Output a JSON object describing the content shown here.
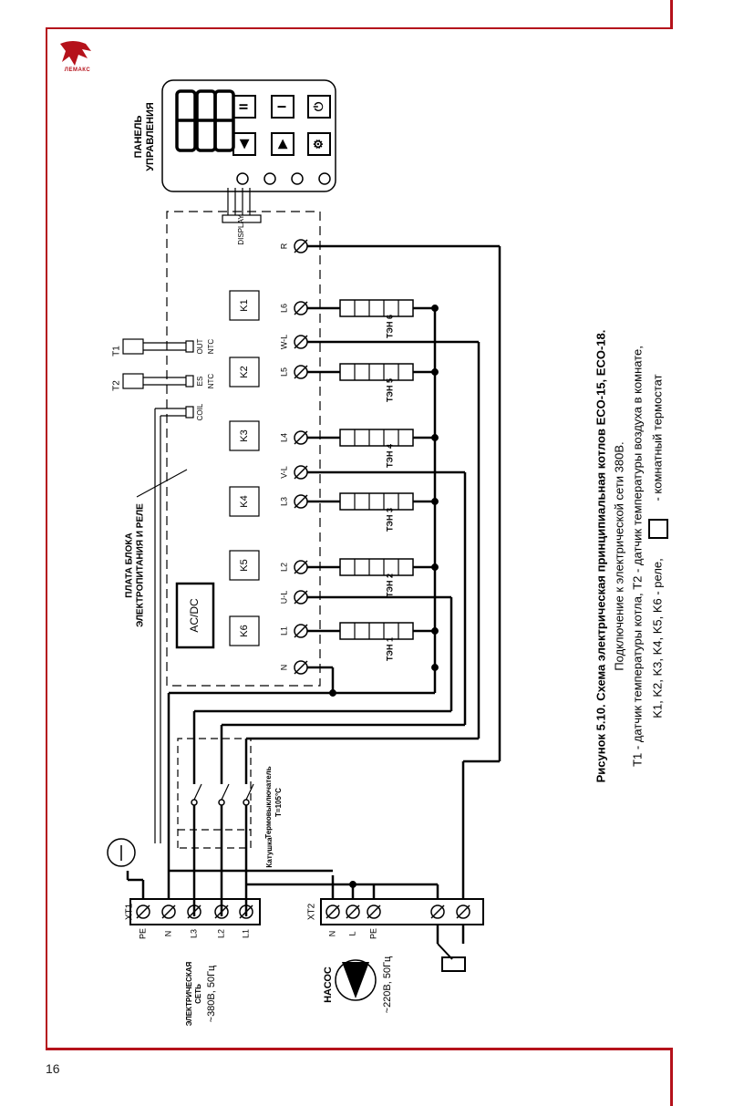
{
  "page": {
    "number": "16",
    "brand": "ЛЕМАКС"
  },
  "panel": {
    "title_line1": "ПАНЕЛЬ",
    "title_line2": "УПРАВЛЕНИЯ",
    "connector_label": "DISPLAY",
    "display_value": "888"
  },
  "board": {
    "title_line1": "ПЛАТА БЛОКА",
    "title_line2": "ЭЛЕКТРОПИТАНИЯ И РЕЛЕ",
    "converter": "AC/DC"
  },
  "relays": [
    "K1",
    "K2",
    "K3",
    "K4",
    "K5",
    "K6"
  ],
  "sensors": [
    {
      "name": "T1",
      "line1": "OUT",
      "line2": "NTC"
    },
    {
      "name": "T2",
      "line1": "ES",
      "line2": "NTC"
    },
    {
      "name": "",
      "line1": "COIL",
      "line2": ""
    }
  ],
  "terminals": [
    "N",
    "L1",
    "U-L",
    "L2",
    "L3",
    "V-L",
    "L4",
    "L5",
    "W-L",
    "L6",
    "R"
  ],
  "heaters": [
    "ТЭН 1",
    "ТЭН 2",
    "ТЭН 3",
    "ТЭН 4",
    "ТЭН 5",
    "ТЭН 6"
  ],
  "xt1": {
    "label": "XT1",
    "terminals": [
      "PE",
      "N",
      "L3",
      "L2",
      "L1"
    ],
    "source_line1": "ЭЛЕКТРИЧЕСКАЯ",
    "source_line2": "СЕТЬ",
    "source_value": "~380В, 50Гц"
  },
  "xt2": {
    "label": "XT2",
    "terminals": [
      "N",
      "L",
      "PE"
    ],
    "pump_label": "НАСОС",
    "pump_value": "~220В, 50Гц"
  },
  "contactor": {
    "coil_label": "Катушка",
    "thermal_label": "Термовыключатель",
    "thermal_value": "T=105°C"
  },
  "caption": {
    "title": "Рисунок 5.10. Схема электрическая принципиальная котлов ECO-15, ECO-18.",
    "line2": "Подключение к электрической сети 380В.",
    "line3": "T1 - датчик температуры котла, T2 - датчик температуры воздуха в комнате,",
    "line4a": "K1, K2, K3, K4, K5, K6 - реле,",
    "line4b": "- комнатный термостат"
  },
  "colors": {
    "frame": "#b5121b",
    "ink": "#000000"
  }
}
